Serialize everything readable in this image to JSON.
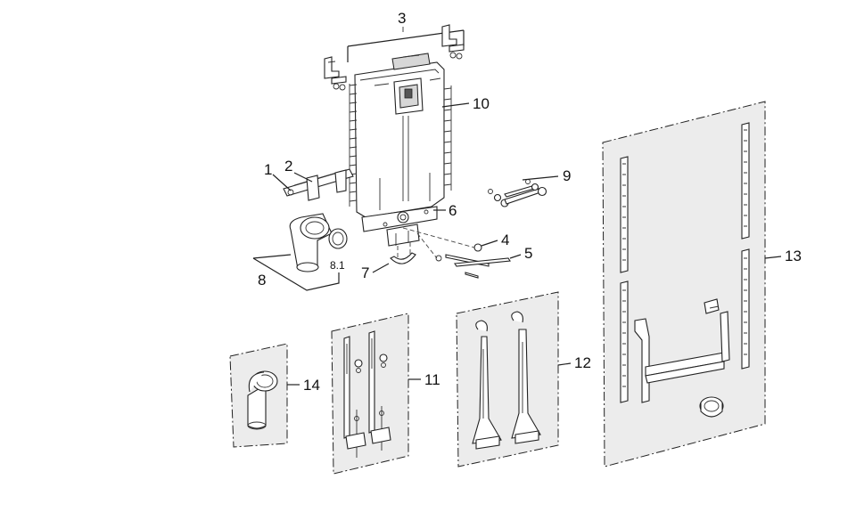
{
  "labels": {
    "l1": "1",
    "l2": "2",
    "l3": "3",
    "l4": "4",
    "l5": "5",
    "l6": "6",
    "l7": "7",
    "l8": "8",
    "l8_1": "8.1",
    "l9": "9",
    "l10": "10",
    "l11": "11",
    "l12": "12",
    "l13": "13",
    "l14": "14"
  }
}
